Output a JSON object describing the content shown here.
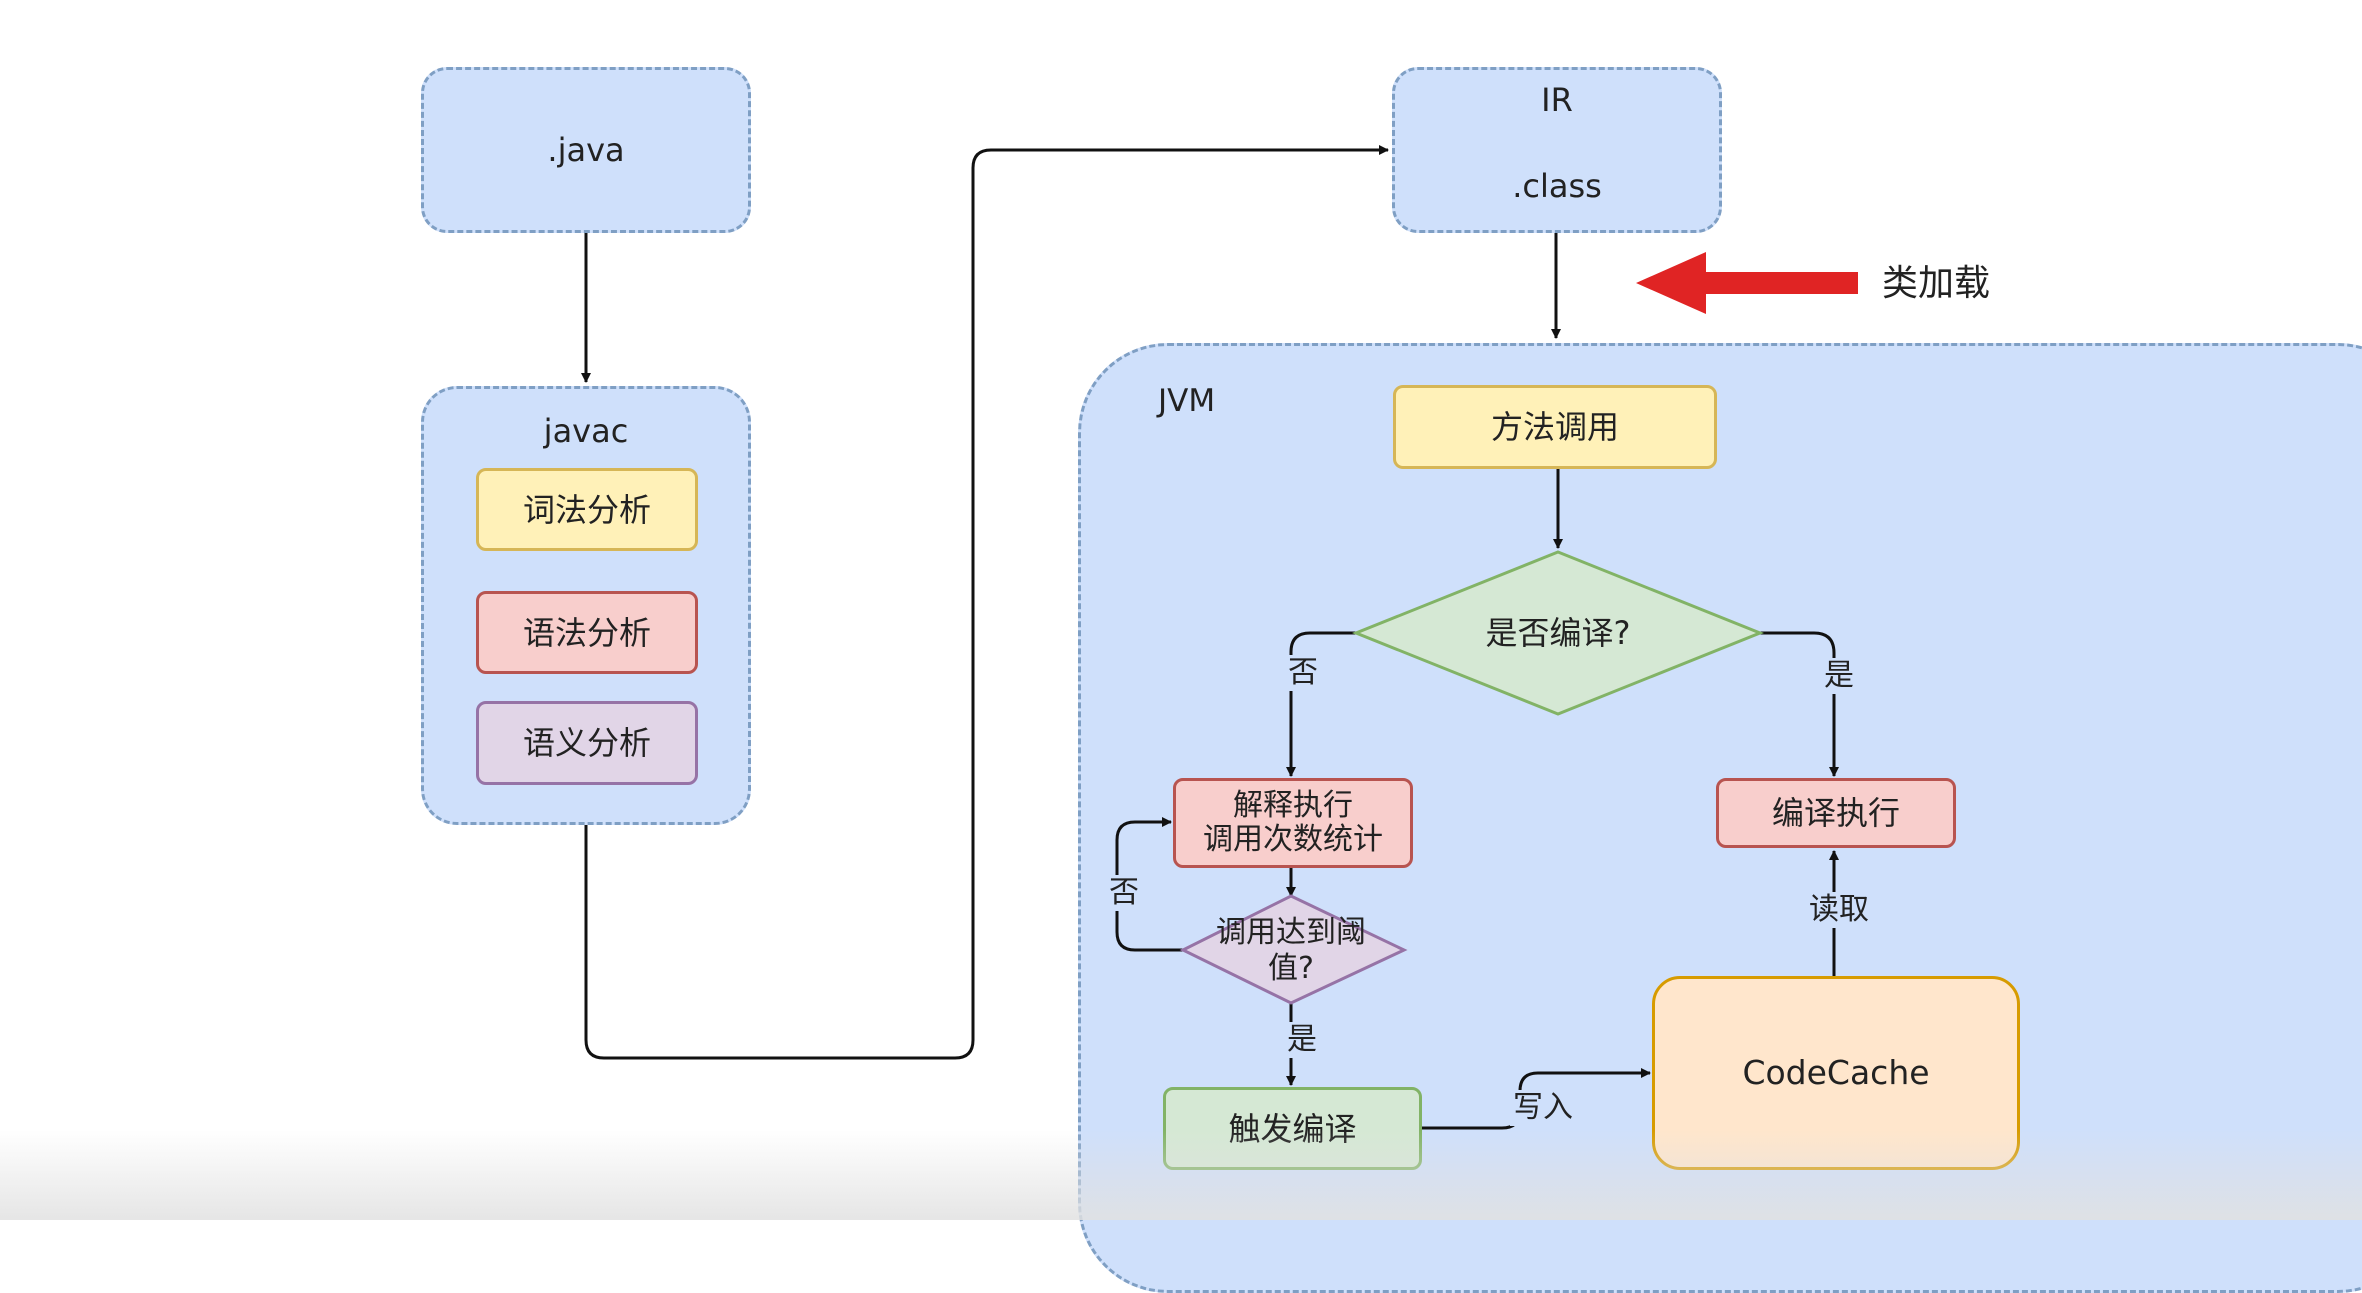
{
  "nodes": {
    "java": ".java",
    "ir": "IR",
    "class": ".class",
    "javac": "javac",
    "lexical": "词法分析",
    "syntax": "语法分析",
    "semantic": "语义分析",
    "jvm": "JVM",
    "method_call": "方法调用",
    "compiled_decision": "是否编译?",
    "interpret_line1": "解释执行",
    "interpret_line2": "调用次数统计",
    "threshold_line1": "调用达到阈",
    "threshold_line2": "值?",
    "compile_exec": "编译执行",
    "trigger_compile": "触发编译",
    "code_cache": "CodeCache"
  },
  "edge_labels": {
    "no_left": "否",
    "yes_right": "是",
    "no_loop": "否",
    "yes_down": "是",
    "write": "写入",
    "read": "读取"
  },
  "annotation": {
    "class_loading": "类加载",
    "arrow_color": "#e02424"
  },
  "colors": {
    "container_fill": "#cfe0fb",
    "container_border": "#7f9fc4",
    "yellow": "#fff1b8",
    "red": "#f8cecc",
    "purple": "#e1d5e7",
    "green": "#d5e8d4",
    "orange": "#ffe6cc"
  }
}
